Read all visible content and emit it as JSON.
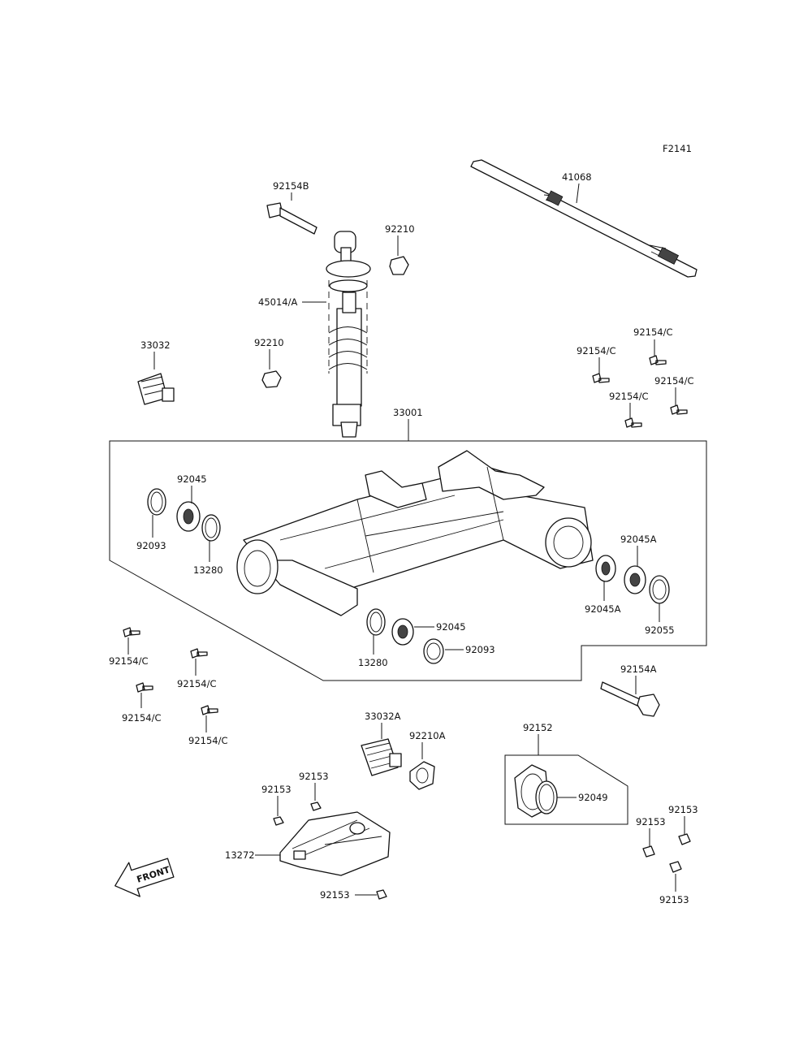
{
  "diagram_code": "F2141",
  "front_label": "FRONT",
  "labels": {
    "l41068": "41068",
    "l92154B": "92154B",
    "l92210_top": "92210",
    "l45014A": "45014/A",
    "l33032": "33032",
    "l92210_mid": "92210",
    "l33001": "33001",
    "l92154C_1": "92154/C",
    "l92154C_2": "92154/C",
    "l92154C_3": "92154/C",
    "l92154C_4": "92154/C",
    "l92045_left": "92045",
    "l92093_left": "92093",
    "l13280_left": "13280",
    "l92045A_top": "92045A",
    "l92045A_bot": "92045A",
    "l92055": "92055",
    "l92045_bot": "92045",
    "l92093_bot": "92093",
    "l13280_bot": "13280",
    "l92154C_5": "92154/C",
    "l92154C_6": "92154/C",
    "l92154C_7": "92154/C",
    "l92154C_8": "92154/C",
    "l92154A": "92154A",
    "l33032A": "33032A",
    "l92210A": "92210A",
    "l92152": "92152",
    "l92049": "92049",
    "l92153_a": "92153",
    "l92153_b": "92153",
    "l13272": "13272",
    "l92153_c": "92153",
    "l92153_d": "92153",
    "l92153_e": "92153",
    "l92153_f": "92153"
  }
}
